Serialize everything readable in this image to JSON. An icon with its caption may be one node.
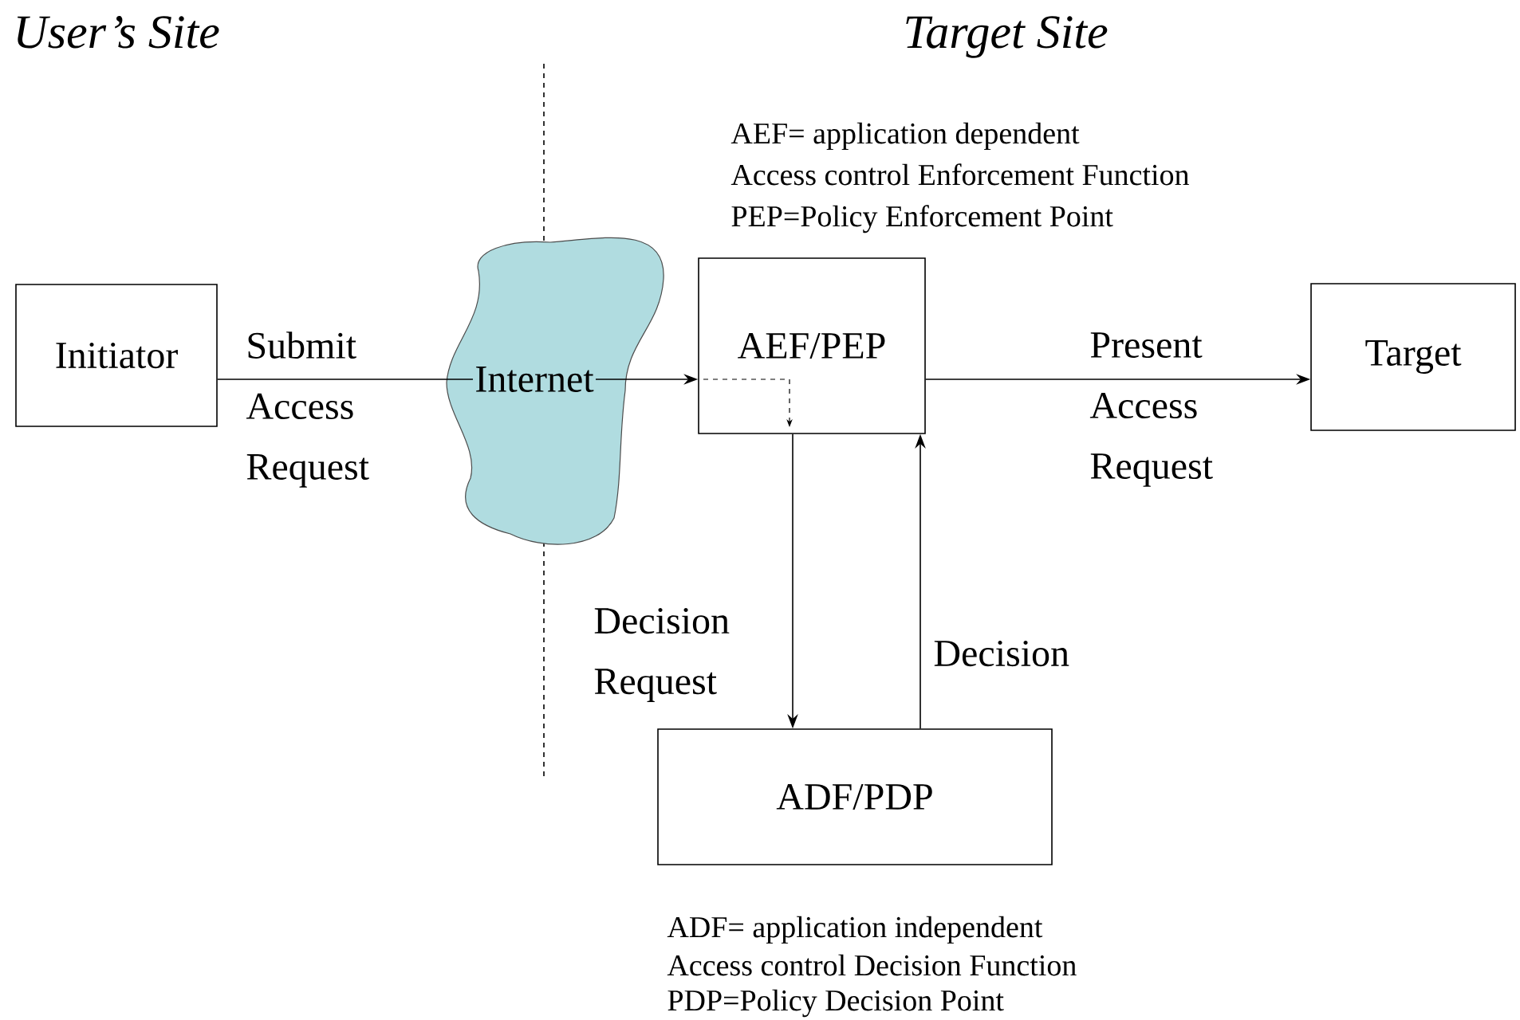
{
  "diagram": {
    "nodes": [
      {
        "text": [
          "Initiator"
        ]
      },
      {
        "text": [
          "Internet"
        ]
      },
      {
        "text": [
          "AEF/PEP"
        ]
      },
      {
        "text": [
          "Target"
        ]
      },
      {
        "text": [
          "ADF/PDP"
        ]
      }
    ],
    "edges": [
      {
        "from": 0,
        "to": 1,
        "arrow": "none",
        "label": "Submit Access Request"
      },
      {
        "from": 1,
        "to": 2,
        "arrow": "to"
      },
      {
        "from": 2,
        "to": 3,
        "arrow": "to",
        "label": "Present Access Request"
      },
      {
        "from": 2,
        "to": 4,
        "arrow": "to",
        "label": "Decision Request"
      },
      {
        "from": 4,
        "to": 2,
        "arrow": "to",
        "label": "Decision"
      }
    ],
    "labels": [
      "User’s Site",
      "Target Site",
      "AEF= application dependent",
      "Access control Enforcement Function",
      "PEP=Policy Enforcement Point",
      "ADF= application independent",
      "Access control Decision Function",
      "PDP=Policy Decision Point"
    ]
  }
}
